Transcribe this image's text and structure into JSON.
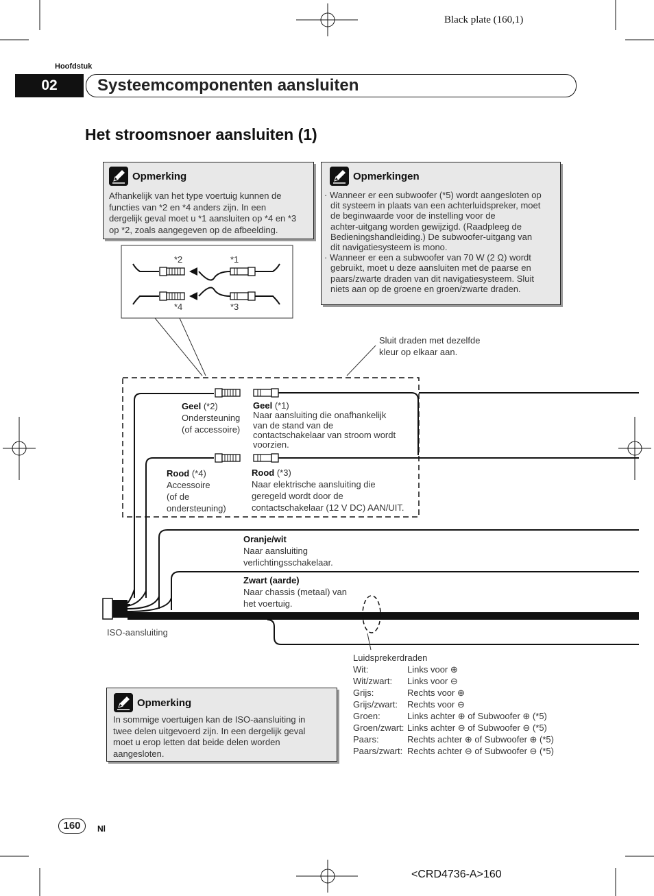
{
  "plate": "Black plate (160,1)",
  "chapter": {
    "label": "Hoofdstuk",
    "number": "02",
    "title": "Systeemcomponenten aansluiten"
  },
  "heading": "Het stroomsnoer aansluiten (1)",
  "note1": {
    "title": "Opmerking",
    "lines": [
      "Afhankelijk van het type voertuig kunnen de",
      "functies van *2 en *4 anders zijn. In een",
      "dergelijk geval moet u *1 aansluiten op *4 en *3",
      "op *2, zoals aangegeven op de afbeelding."
    ]
  },
  "note2": {
    "title": "Opmerkingen",
    "lines": [
      "· Wanneer er een subwoofer (*5) wordt aangesloten op",
      "dit systeem in plaats van een achterluidspreker, moet",
      "de beginwaarde voor de instelling voor de",
      "achter-uitgang worden gewijzigd. (Raadpleeg de",
      "Bedieningshandleiding.) De subwoofer-uitgang van",
      "dit navigatiesysteem is mono.",
      "· Wanneer er een a subwoofer van 70 W (2 Ω) wordt",
      "gebruikt, moet u deze aansluiten met de paarse en",
      "paars/zwarte draden van dit navigatiesysteem. Sluit",
      "niets aan op de groene en groen/zwarte draden."
    ]
  },
  "note3": {
    "title": "Opmerking",
    "lines": [
      "In sommige voertuigen kan de ISO-aansluiting in",
      "twee delen uitgevoerd zijn. In een dergelijk geval",
      "moet u erop letten dat beide delen worden",
      "aangesloten."
    ]
  },
  "inset": {
    "l1": "*2",
    "l2": "*1",
    "l3": "*4",
    "l4": "*3"
  },
  "callout": [
    "Sluit draden met dezelfde",
    "kleur op elkaar aan."
  ],
  "wires": {
    "geel2": {
      "name": "Geel",
      "ref": "(*2)",
      "lines": [
        "Ondersteuning",
        "(of accessoire)"
      ]
    },
    "geel1": {
      "name": "Geel",
      "ref": "(*1)",
      "lines": [
        "Naar aansluiting die onafhankelijk",
        "van de stand van de",
        "contactschakelaar van stroom wordt",
        "voorzien."
      ]
    },
    "rood4": {
      "name": "Rood",
      "ref": "(*4)",
      "lines": [
        "Accessoire",
        "(of de",
        "ondersteuning)"
      ]
    },
    "rood3": {
      "name": "Rood",
      "ref": "(*3)",
      "lines": [
        "Naar elektrische aansluiting die",
        "geregeld wordt door de",
        "contactschakelaar (12 V DC) AAN/UIT."
      ]
    },
    "oranje": {
      "name": "Oranje/wit",
      "lines": [
        "Naar aansluiting",
        "verlichtingsschakelaar."
      ]
    },
    "zwart": {
      "name": "Zwart (aarde)",
      "lines": [
        "Naar chassis (metaal) van",
        "het voertuig."
      ]
    }
  },
  "iso_label": "ISO-aansluiting",
  "speakers": {
    "title": "Luidsprekerdraden",
    "rows": [
      {
        "c": "Wit:",
        "d": "Links voor ⊕"
      },
      {
        "c": "Wit/zwart:",
        "d": "Links voor ⊖"
      },
      {
        "c": "Grijs:",
        "d": "Rechts voor ⊕"
      },
      {
        "c": "Grijs/zwart:",
        "d": "Rechts voor ⊖"
      },
      {
        "c": "Groen:",
        "d": "Links achter ⊕ of Subwoofer ⊕ (*5)"
      },
      {
        "c": "Groen/zwart:",
        "d": "Links achter ⊖ of Subwoofer ⊖ (*5)"
      },
      {
        "c": "Paars:",
        "d": "Rechts achter ⊕ of Subwoofer ⊕ (*5)"
      },
      {
        "c": "Paars/zwart:",
        "d": "Rechts achter ⊖ of Subwoofer ⊖ (*5)"
      }
    ]
  },
  "footer": {
    "page": "160",
    "lang": "Nl",
    "code": "<CRD4736-A>160"
  }
}
